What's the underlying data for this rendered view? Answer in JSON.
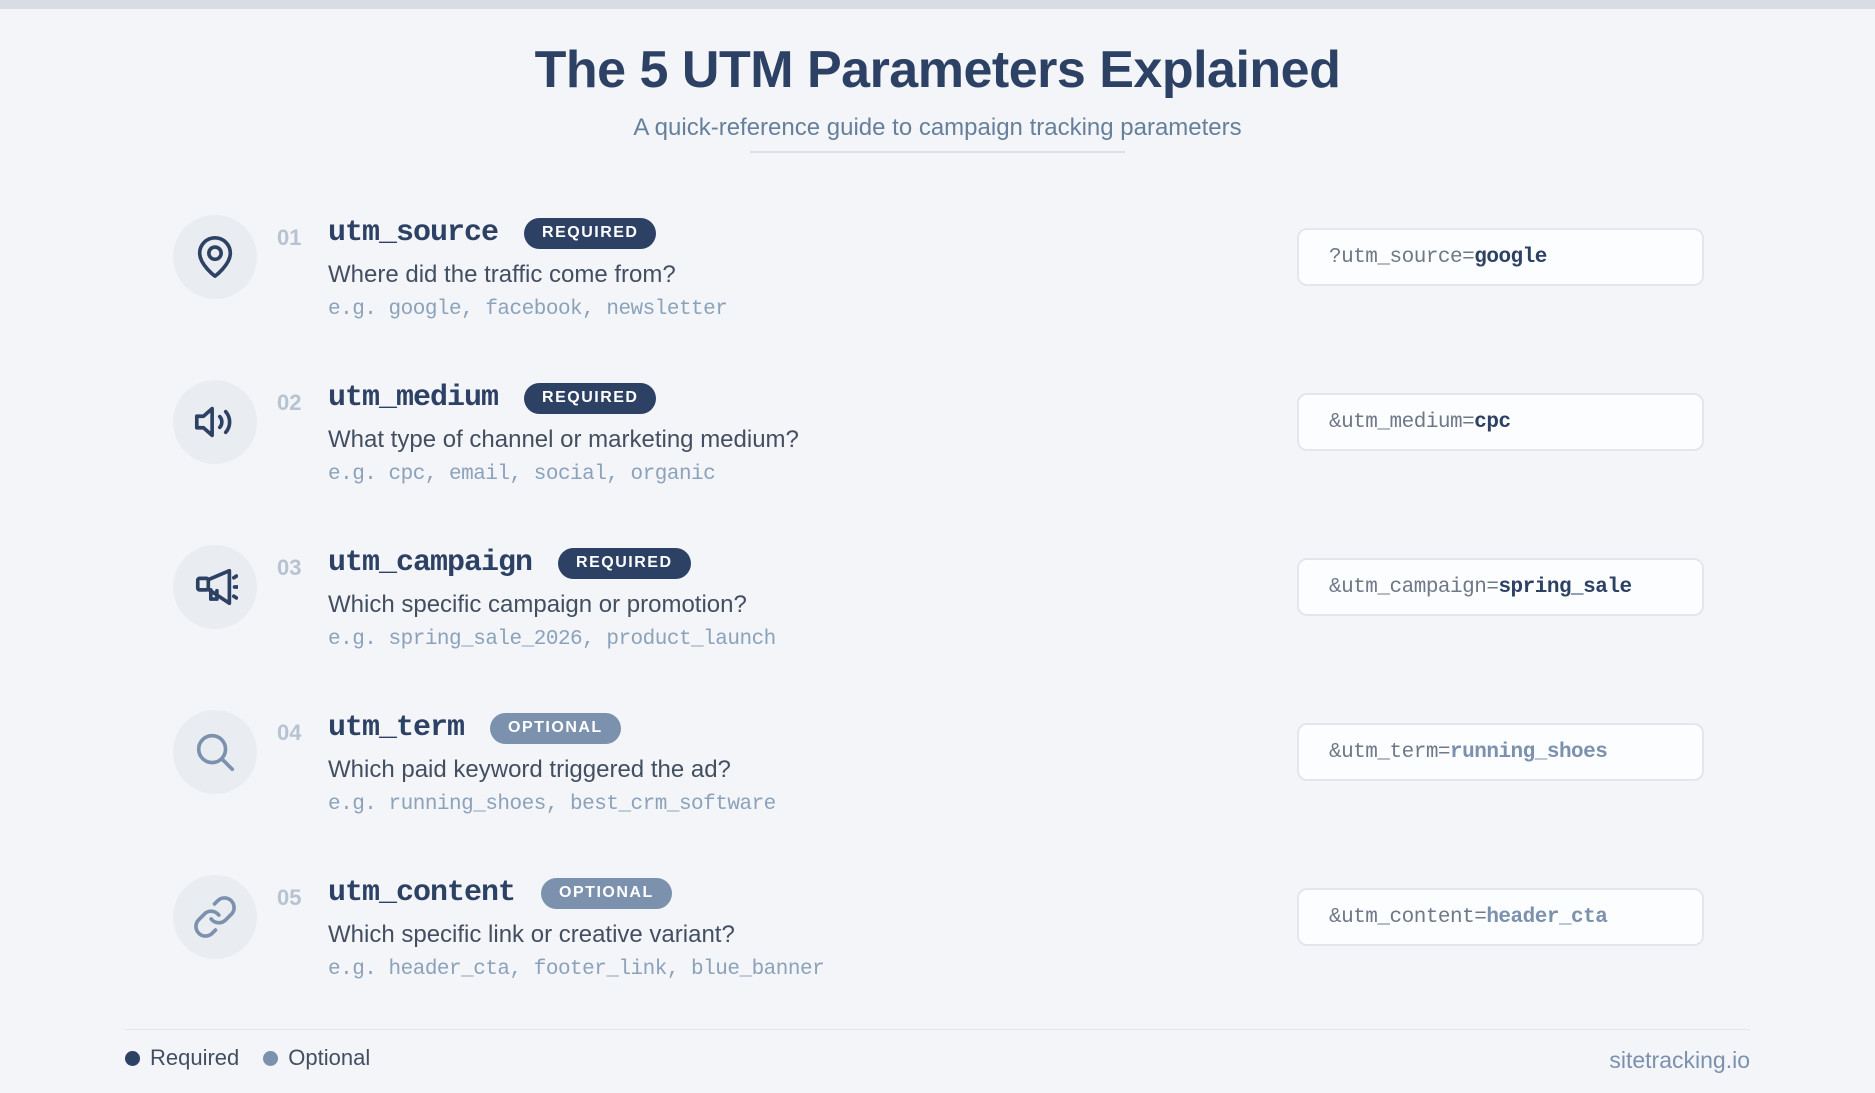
{
  "header": {
    "title": "The 5 UTM Parameters Explained",
    "subtitle": "A quick-reference guide to campaign tracking parameters"
  },
  "colors": {
    "background": "#f3f5f9",
    "top_strip": "#d8dce4",
    "navy_required": "#2d4164",
    "slate_optional": "#7b91ad",
    "example_text": "#8ba2ba",
    "description_text": "#434f61",
    "code_prefix_text": "#6f7888",
    "code_box_border": "#e3e7ed",
    "icon_circle": "#e9ecf1"
  },
  "rows": [
    {
      "number": "01",
      "icon": "map-pin-icon",
      "name": "utm_source",
      "badge": "REQUIRED",
      "required": true,
      "description": "Where did the traffic come from?",
      "examples": "e.g. google, facebook, newsletter",
      "code_prefix": "?utm_source=",
      "code_value": "google"
    },
    {
      "number": "02",
      "icon": "speaker-icon",
      "name": "utm_medium",
      "badge": "REQUIRED",
      "required": true,
      "description": "What type of channel or marketing medium?",
      "examples": "e.g. cpc, email, social, organic",
      "code_prefix": "&utm_medium=",
      "code_value": "cpc"
    },
    {
      "number": "03",
      "icon": "megaphone-icon",
      "name": "utm_campaign",
      "badge": "REQUIRED",
      "required": true,
      "description": "Which specific campaign or promotion?",
      "examples": "e.g. spring_sale_2026, product_launch",
      "code_prefix": "&utm_campaign=",
      "code_value": "spring_sale"
    },
    {
      "number": "04",
      "icon": "search-icon",
      "name": "utm_term",
      "badge": "OPTIONAL",
      "required": false,
      "description": "Which paid keyword triggered the ad?",
      "examples": "e.g. running_shoes, best_crm_software",
      "code_prefix": "&utm_term=",
      "code_value": "running_shoes"
    },
    {
      "number": "05",
      "icon": "link-icon",
      "name": "utm_content",
      "badge": "OPTIONAL",
      "required": false,
      "description": "Which specific link or creative variant?",
      "examples": "e.g. header_cta, footer_link, blue_banner",
      "code_prefix": "&utm_content=",
      "code_value": "header_cta"
    }
  ],
  "footer": {
    "legend_required": "Required",
    "legend_optional": "Optional",
    "brand": "sitetracking.io"
  }
}
